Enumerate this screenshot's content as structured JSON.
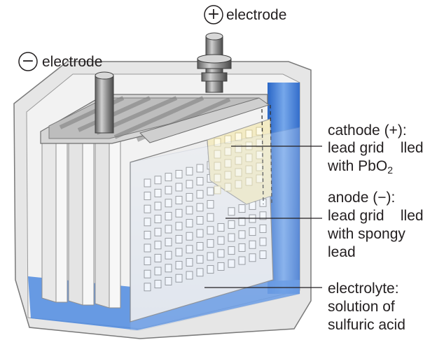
{
  "labels": {
    "neg_electrode": {
      "symbol": "−",
      "text": "electrode"
    },
    "pos_electrode": {
      "symbol": "+",
      "text": "electrode"
    },
    "cathode": {
      "line1": "cathode (+):",
      "line2": "lead grid    lled",
      "line3_main": "with PbO",
      "line3_sub": "2"
    },
    "anode": {
      "line1": "anode (−):",
      "line2": "lead grid    lled",
      "line3": "with spongy",
      "line4": "lead"
    },
    "electrolyte": {
      "line1": "electrolyte:",
      "line2": "solution of",
      "line3": "sulfuric acid"
    }
  },
  "colors": {
    "electrolyte_blue": "#3b7fd8",
    "electrolyte_light": "#c9dcf6",
    "case_gray": "#dcdcdc",
    "case_edge": "#8c8c8c",
    "cathode_fill": "#f3ebc4",
    "plate_gray": "#ececec",
    "electrode_dark": "#6b6b6b",
    "text": "#231f20"
  },
  "icons": [
    "minus-circle-icon",
    "plus-circle-icon"
  ]
}
